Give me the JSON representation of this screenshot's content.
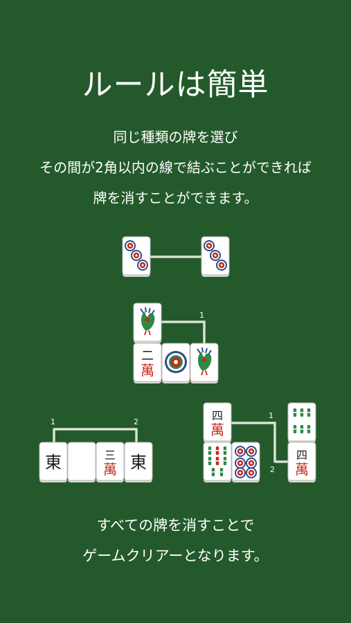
{
  "title": "ルールは簡単",
  "description": {
    "line1": "同じ種類の牌を選び",
    "line2": "その間が2角以内の線で結ぶことができれば",
    "line3": "牌を消すことができます。"
  },
  "examples": {
    "bend_one": "1",
    "bend_a1": "1",
    "bend_a2": "2",
    "bend_b1": "1",
    "bend_b2": "2"
  },
  "tiles": {
    "east": "東",
    "man": "萬",
    "num_two": "二",
    "num_three": "三",
    "num_four": "四"
  },
  "footer": {
    "line1": "すべての牌を消すことで",
    "line2": "ゲームクリアーとなります。"
  },
  "colors": {
    "background": "#245a2b",
    "route": "#e9efe3",
    "tile_red": "#c6281e",
    "dot_blue": "#2c4a86"
  }
}
